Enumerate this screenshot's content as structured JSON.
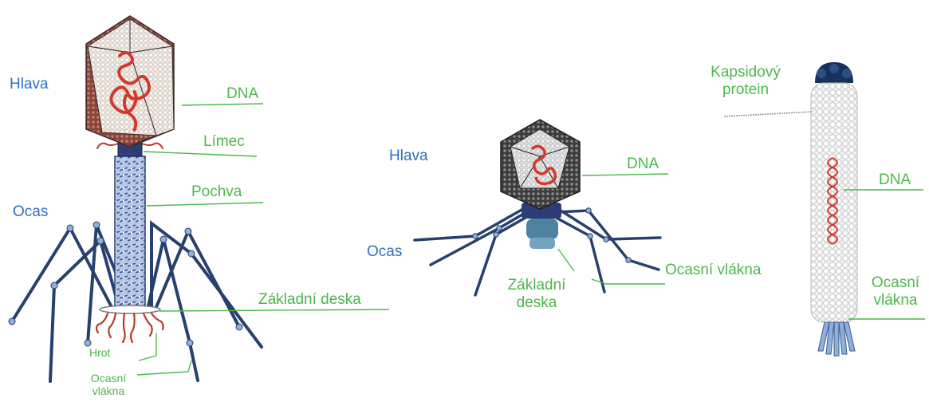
{
  "phage1": {
    "head_label": "Hlava",
    "tail_label": "Ocas",
    "dna_label": "DNA",
    "collar_label": "Límec",
    "sheath_label": "Pochva",
    "baseplate_label": "Základní deska",
    "spike_label": "Hrot",
    "fibers_label_1": "Ocasní",
    "fibers_label_2": "vlákna"
  },
  "phage2": {
    "head_label": "Hlava",
    "tail_label": "Ocas",
    "dna_label": "DNA",
    "baseplate_label_1": "Základní",
    "baseplate_label_2": "deska",
    "fibers_label": "Ocasní vlákna"
  },
  "phage3": {
    "capsid_label_1": "Kapsidový",
    "capsid_label_2": "protein",
    "dna_label": "DNA",
    "fibers_label_1": "Ocasní",
    "fibers_label_2": "vlákna"
  },
  "colors": {
    "label_blue": "#2f6fc6",
    "label_green": "#4cb84a",
    "capsid_brown": "#a2574c",
    "capsid_dark": "#3c3c3c",
    "dna_red": "#d2382b",
    "tail_blue": "#27406d",
    "sheath_blue": "#8fa8d2"
  }
}
